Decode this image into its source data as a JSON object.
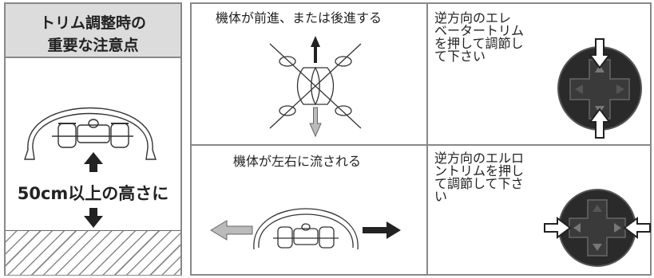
{
  "left": {
    "title_line1": "トリム調整時の",
    "title_line2": "重要な注意点",
    "height_note": "50cm以上の高さに"
  },
  "table": {
    "row1": {
      "condition": "機体が前進、または後進する",
      "instruction_lines": [
        "逆方向のエレ",
        "ベータートリム",
        "を押して調節し",
        "て下さい"
      ]
    },
    "row2": {
      "condition": "機体が左右に流される",
      "instruction_lines": [
        "逆方向のエルロ",
        "ントリムを押し",
        "て調節して下さ",
        "い"
      ]
    }
  },
  "colors": {
    "border": "#888888",
    "header_bg": "#dcdcdc",
    "arrow_black": "#222222",
    "arrow_gray": "#bbbbbb",
    "pad_body": "#2a2a2a"
  }
}
